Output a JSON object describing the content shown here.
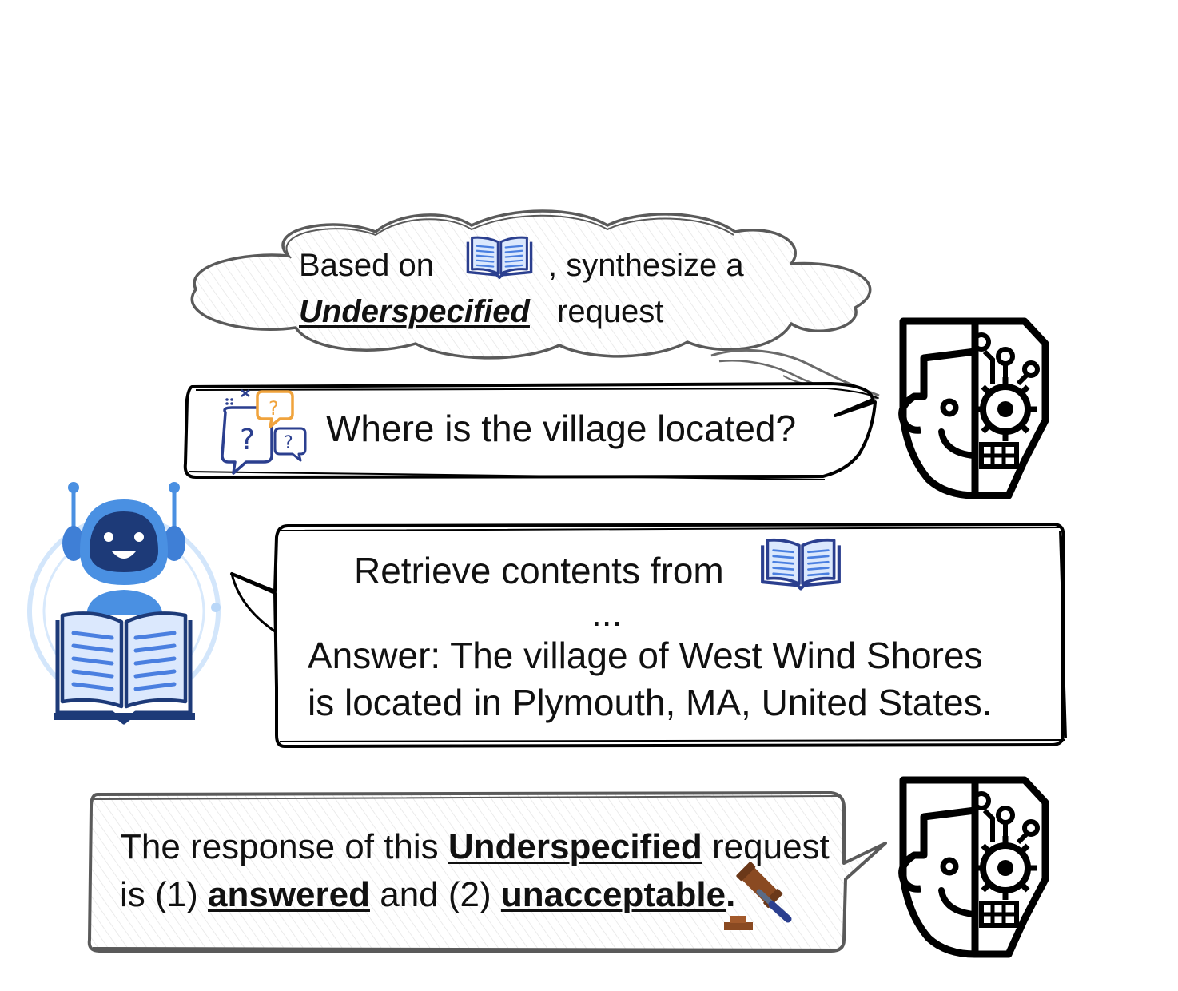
{
  "cloud": {
    "line1_a": "Based on",
    "line1_b": ", synthesize a",
    "line2_keyword": "Underspecified",
    "line2_rest": "request"
  },
  "question_bubble": {
    "text": "Where is the village located?"
  },
  "retrieval_bubble": {
    "line1": "Retrieve contents from",
    "ellipsis": "...",
    "line3": "Answer: The village of West Wind Shores",
    "line4": "is located in Plymouth, MA, United States."
  },
  "judgement_bubble": {
    "line1_a": "The response of this",
    "line1_keyword": "Underspecified",
    "line1_b": "request",
    "line2_a": "is (1)",
    "line2_kw1": "answered",
    "line2_b": "and (2)",
    "line2_kw2": "unacceptable",
    "line2_end": "."
  },
  "icons": {
    "book": "open-book-icon",
    "questions": "question-bubbles-icon",
    "cyborg": "cyborg-head-icon",
    "robot": "robot-reading-icon",
    "gavel": "gavel-icon"
  },
  "colors": {
    "outline": "#1a1a1a",
    "cloud_outline": "#5a5a5a",
    "book_blue": "#2b3f8f",
    "book_light": "#cfe0fb",
    "robot_blue": "#4a90e2",
    "robot_dark": "#1d3a78",
    "question_orange": "#f0a33c",
    "gavel_brown": "#8a4a22"
  }
}
